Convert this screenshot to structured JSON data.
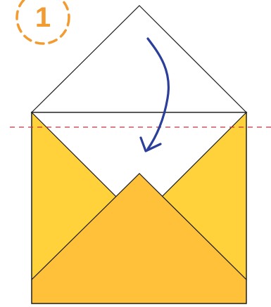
{
  "step": {
    "number": "1"
  },
  "colors": {
    "accent_orange": "#F29B30",
    "envelope_side_flap": "#FFD23C",
    "envelope_bottom_flap": "#FFC03A",
    "envelope_outline": "#1A1A1A",
    "paper_white": "#FFFFFF",
    "fold_line": "#C8323C",
    "arrow": "#2B3E9A"
  },
  "icons": {
    "step_marker": "dashed-circle-number",
    "fold_direction": "curved-arrow-down",
    "fold_guide": "dashed-line-horizontal"
  }
}
